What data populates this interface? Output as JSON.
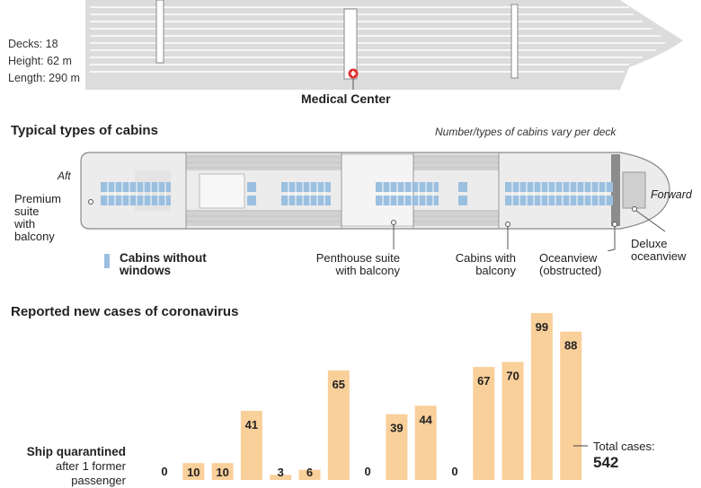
{
  "ship": {
    "specs": [
      "Decks: 18",
      "Height: 62 m",
      "Length: 290 m"
    ],
    "medical_label": "Medical Center"
  },
  "cabins": {
    "title": "Typical types of cabins",
    "note": "Number/types of cabins vary per deck",
    "aft_label": "Aft",
    "forward_label": "Forward",
    "callouts": {
      "premium_suite": [
        "Premium",
        "suite",
        "with",
        "balcony"
      ],
      "penthouse": [
        "Penthouse suite",
        "with balcony"
      ],
      "balcony": [
        "Cabins with",
        "balcony"
      ],
      "oceanview_obstructed": [
        "Oceanview",
        "(obstructed)"
      ],
      "deluxe": [
        "Deluxe",
        "oceanview"
      ]
    },
    "legend_label": "Cabins without windows",
    "colors": {
      "cabin_blue": "#9bbfdf",
      "deck_gray": "#d7d7d7",
      "hatch": "#bdbdbd"
    }
  },
  "cases": {
    "title": "Reported new cases of coronavirus",
    "quarantine_line1": "Ship quarantined",
    "quarantine_line2": "after 1 former",
    "quarantine_line3": "passenger",
    "total_label": "Total cases:",
    "total_value": "542"
  },
  "chart_data": {
    "type": "bar",
    "title": "Reported new cases of coronavirus",
    "values": [
      0,
      10,
      10,
      41,
      3,
      6,
      65,
      0,
      39,
      44,
      0,
      67,
      70,
      99,
      88
    ],
    "bar_color": "#f9cf9a",
    "ylim": [
      0,
      99
    ],
    "grid": false
  }
}
